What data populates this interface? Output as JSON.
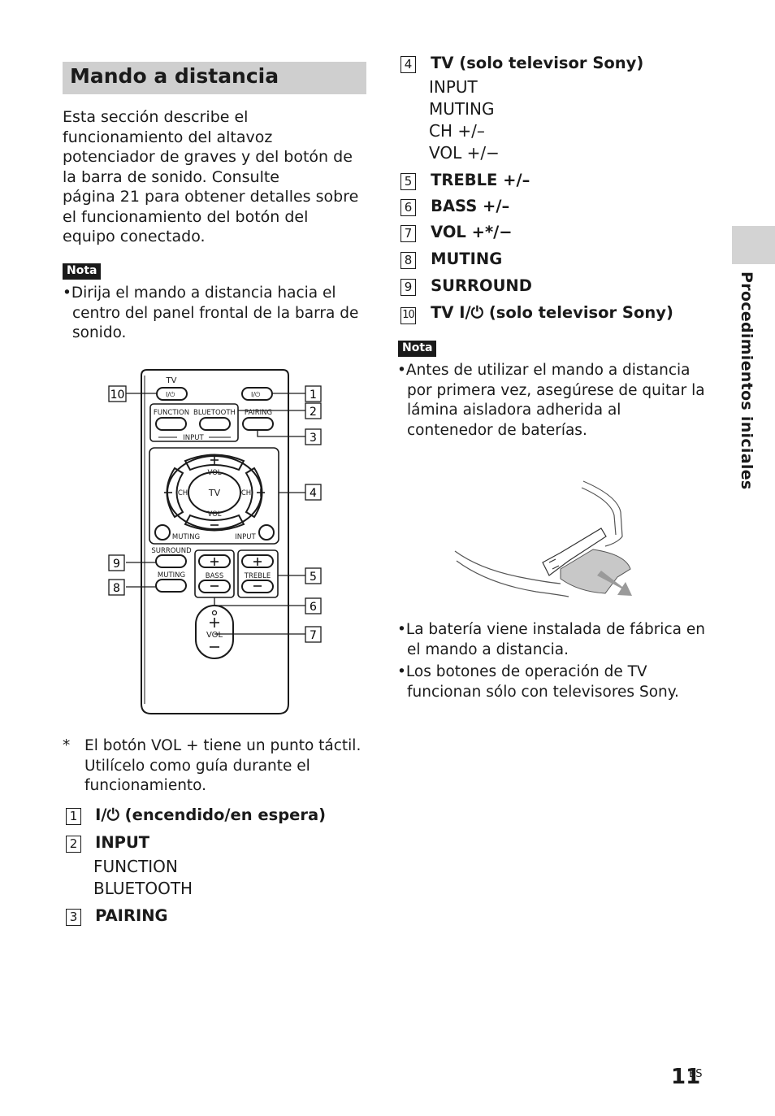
{
  "header": {
    "title": "Mando a distancia"
  },
  "intro": [
    "Esta sección describe el",
    "funcionamiento del altavoz",
    "potenciador de graves y del botón de",
    "la barra de sonido. Consulte",
    "página 21 para obtener detalles sobre",
    "el funcionamiento del botón del",
    "equipo conectado."
  ],
  "note1": {
    "label": "Nota",
    "lines": [
      "•Dirija el mando a distancia hacia el",
      "centro del panel frontal de la barra de",
      "sonido."
    ]
  },
  "remote": {
    "labels": {
      "tv": "TV",
      "function": "FUNCTION",
      "bluetooth": "BLUETOOTH",
      "pairing": "PAIRING",
      "input": "INPUT",
      "vol": "VOL",
      "ch": "CH",
      "muting": "MUTING",
      "surround": "SURROUND",
      "bass": "BASS",
      "treble": "TREBLE"
    },
    "callouts": [
      "1",
      "2",
      "3",
      "4",
      "5",
      "6",
      "7",
      "8",
      "9",
      "10"
    ]
  },
  "footnote": [
    "*",
    "El botón VOL + tiene un punto táctil.",
    "Utilícelo como guía durante el",
    "funcionamiento."
  ],
  "items_left": [
    {
      "num": "1",
      "label": "I/⏻ (encendido/en espera)",
      "subs": []
    },
    {
      "num": "2",
      "label": "INPUT",
      "subs": [
        "FUNCTION",
        "BLUETOOTH"
      ]
    },
    {
      "num": "3",
      "label": "PAIRING",
      "subs": []
    }
  ],
  "items_right": [
    {
      "num": "4",
      "label": "TV (solo televisor Sony)",
      "subs": [
        "INPUT",
        "MUTING",
        "CH +/–",
        "VOL +/−"
      ]
    },
    {
      "num": "5",
      "label": "TREBLE +/–"
    },
    {
      "num": "6",
      "label": "BASS +/–"
    },
    {
      "num": "7",
      "label": "VOL +*/−"
    },
    {
      "num": "8",
      "label": "MUTING"
    },
    {
      "num": "9",
      "label": "SURROUND"
    },
    {
      "num": "10",
      "label": "TV I/⏻ (solo televisor Sony)"
    }
  ],
  "note2": {
    "label": "Nota",
    "lines": [
      "•Antes de utilizar el mando a distancia",
      "por primera vez, asegúrese de quitar la",
      "lámina aisladora adherida al",
      "contenedor de baterías."
    ]
  },
  "bullets_bottom": [
    "•La batería viene instalada de fábrica en",
    "el mando a distancia.",
    "•Los botones de operación de TV",
    "funcionan sólo con televisores Sony."
  ],
  "sidebar": {
    "label": "Procedimientos iniciales"
  },
  "page": {
    "number": "11",
    "lang": "ES"
  }
}
